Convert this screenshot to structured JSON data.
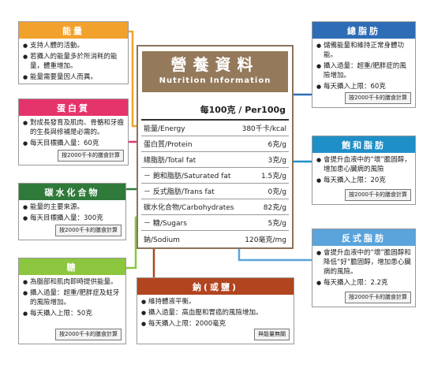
{
  "label": {
    "title": "營養資料",
    "subtitle": "Nutrition Information",
    "per": "每100克 / Per100g",
    "rows": [
      {
        "name": "能量/Energy",
        "value": "380千卡/kcal"
      },
      {
        "name": "蛋白質/Protein",
        "value": "6克/g"
      },
      {
        "name": "總脂肪/Total fat",
        "value": "3克/g"
      },
      {
        "name": "－ 飽和脂肪/Saturated fat",
        "value": "1.5克/g"
      },
      {
        "name": "－ 反式脂肪/Trans fat",
        "value": "0克/g"
      },
      {
        "name": "碳水化合物/Carbohydrates",
        "value": "82克/g"
      },
      {
        "name": "－ 糖/Sugars",
        "value": "5克/g"
      },
      {
        "name": "鈉/Sodium",
        "value": "120毫克/mg"
      }
    ]
  },
  "boxes": {
    "energy": {
      "title": "能量",
      "color": "#f2a22c",
      "items": [
        "支持人體的活動。",
        "若攝入的能量多於所消耗的能量，體重增加。",
        "能量需要量因人而異。"
      ]
    },
    "protein": {
      "title": "蛋白質",
      "color": "#e5336c",
      "items": [
        "對成長發育及肌肉、骨骼和牙齒的生長與修補是必需的。",
        "每天目標攝入量：60克"
      ],
      "note": "按2000千卡的膳食計算"
    },
    "carbs": {
      "title": "碳水化合物",
      "color": "#2f7a3a",
      "items": [
        "能量的主要來源。",
        "每天目標攝入量：300克"
      ],
      "note": "按2000千卡的膳食計算"
    },
    "sugar": {
      "title": "糖",
      "color": "#8cc63f",
      "items": [
        "為腦部和肌肉即時提供能量。",
        "攝入過量：超重/肥胖症及蛀牙的風險增加。",
        "每天攝入上限：50克"
      ],
      "note": "按2000千卡的膳食計算"
    },
    "sodium": {
      "title": "鈉(或鹽)",
      "color": "#b1451f",
      "items": [
        "維持體液平衡。",
        "攝入過量：高血壓和胃癌的風險增加。",
        "每天攝入上限：2000毫克"
      ],
      "note": "與能量無關"
    },
    "totalfat": {
      "title": "總脂肪",
      "color": "#2e6db5",
      "items": [
        "儲備能量和維持正常身體功能。",
        "攝入過量：超重/肥胖症的風險增加。",
        "每天攝入上限：60克"
      ],
      "note": "按2000千卡的膳食計算"
    },
    "satfat": {
      "title": "飽和脂肪",
      "color": "#1f8fc8",
      "items": [
        "會提升血液中的“壞”膽固醇，增加患心臟病的風險",
        "每天攝入上限：20克"
      ],
      "note": "按2000千卡的膳食計算"
    },
    "transfat": {
      "title": "反式脂肪",
      "color": "#5aa3db",
      "items": [
        "會提升血液中的“壞”膽固醇和降低“好”膽固醇，增加患心臟病的風險。",
        "每天攝入上限：2.2克"
      ],
      "note": "按2000千卡的膳食計算"
    }
  }
}
